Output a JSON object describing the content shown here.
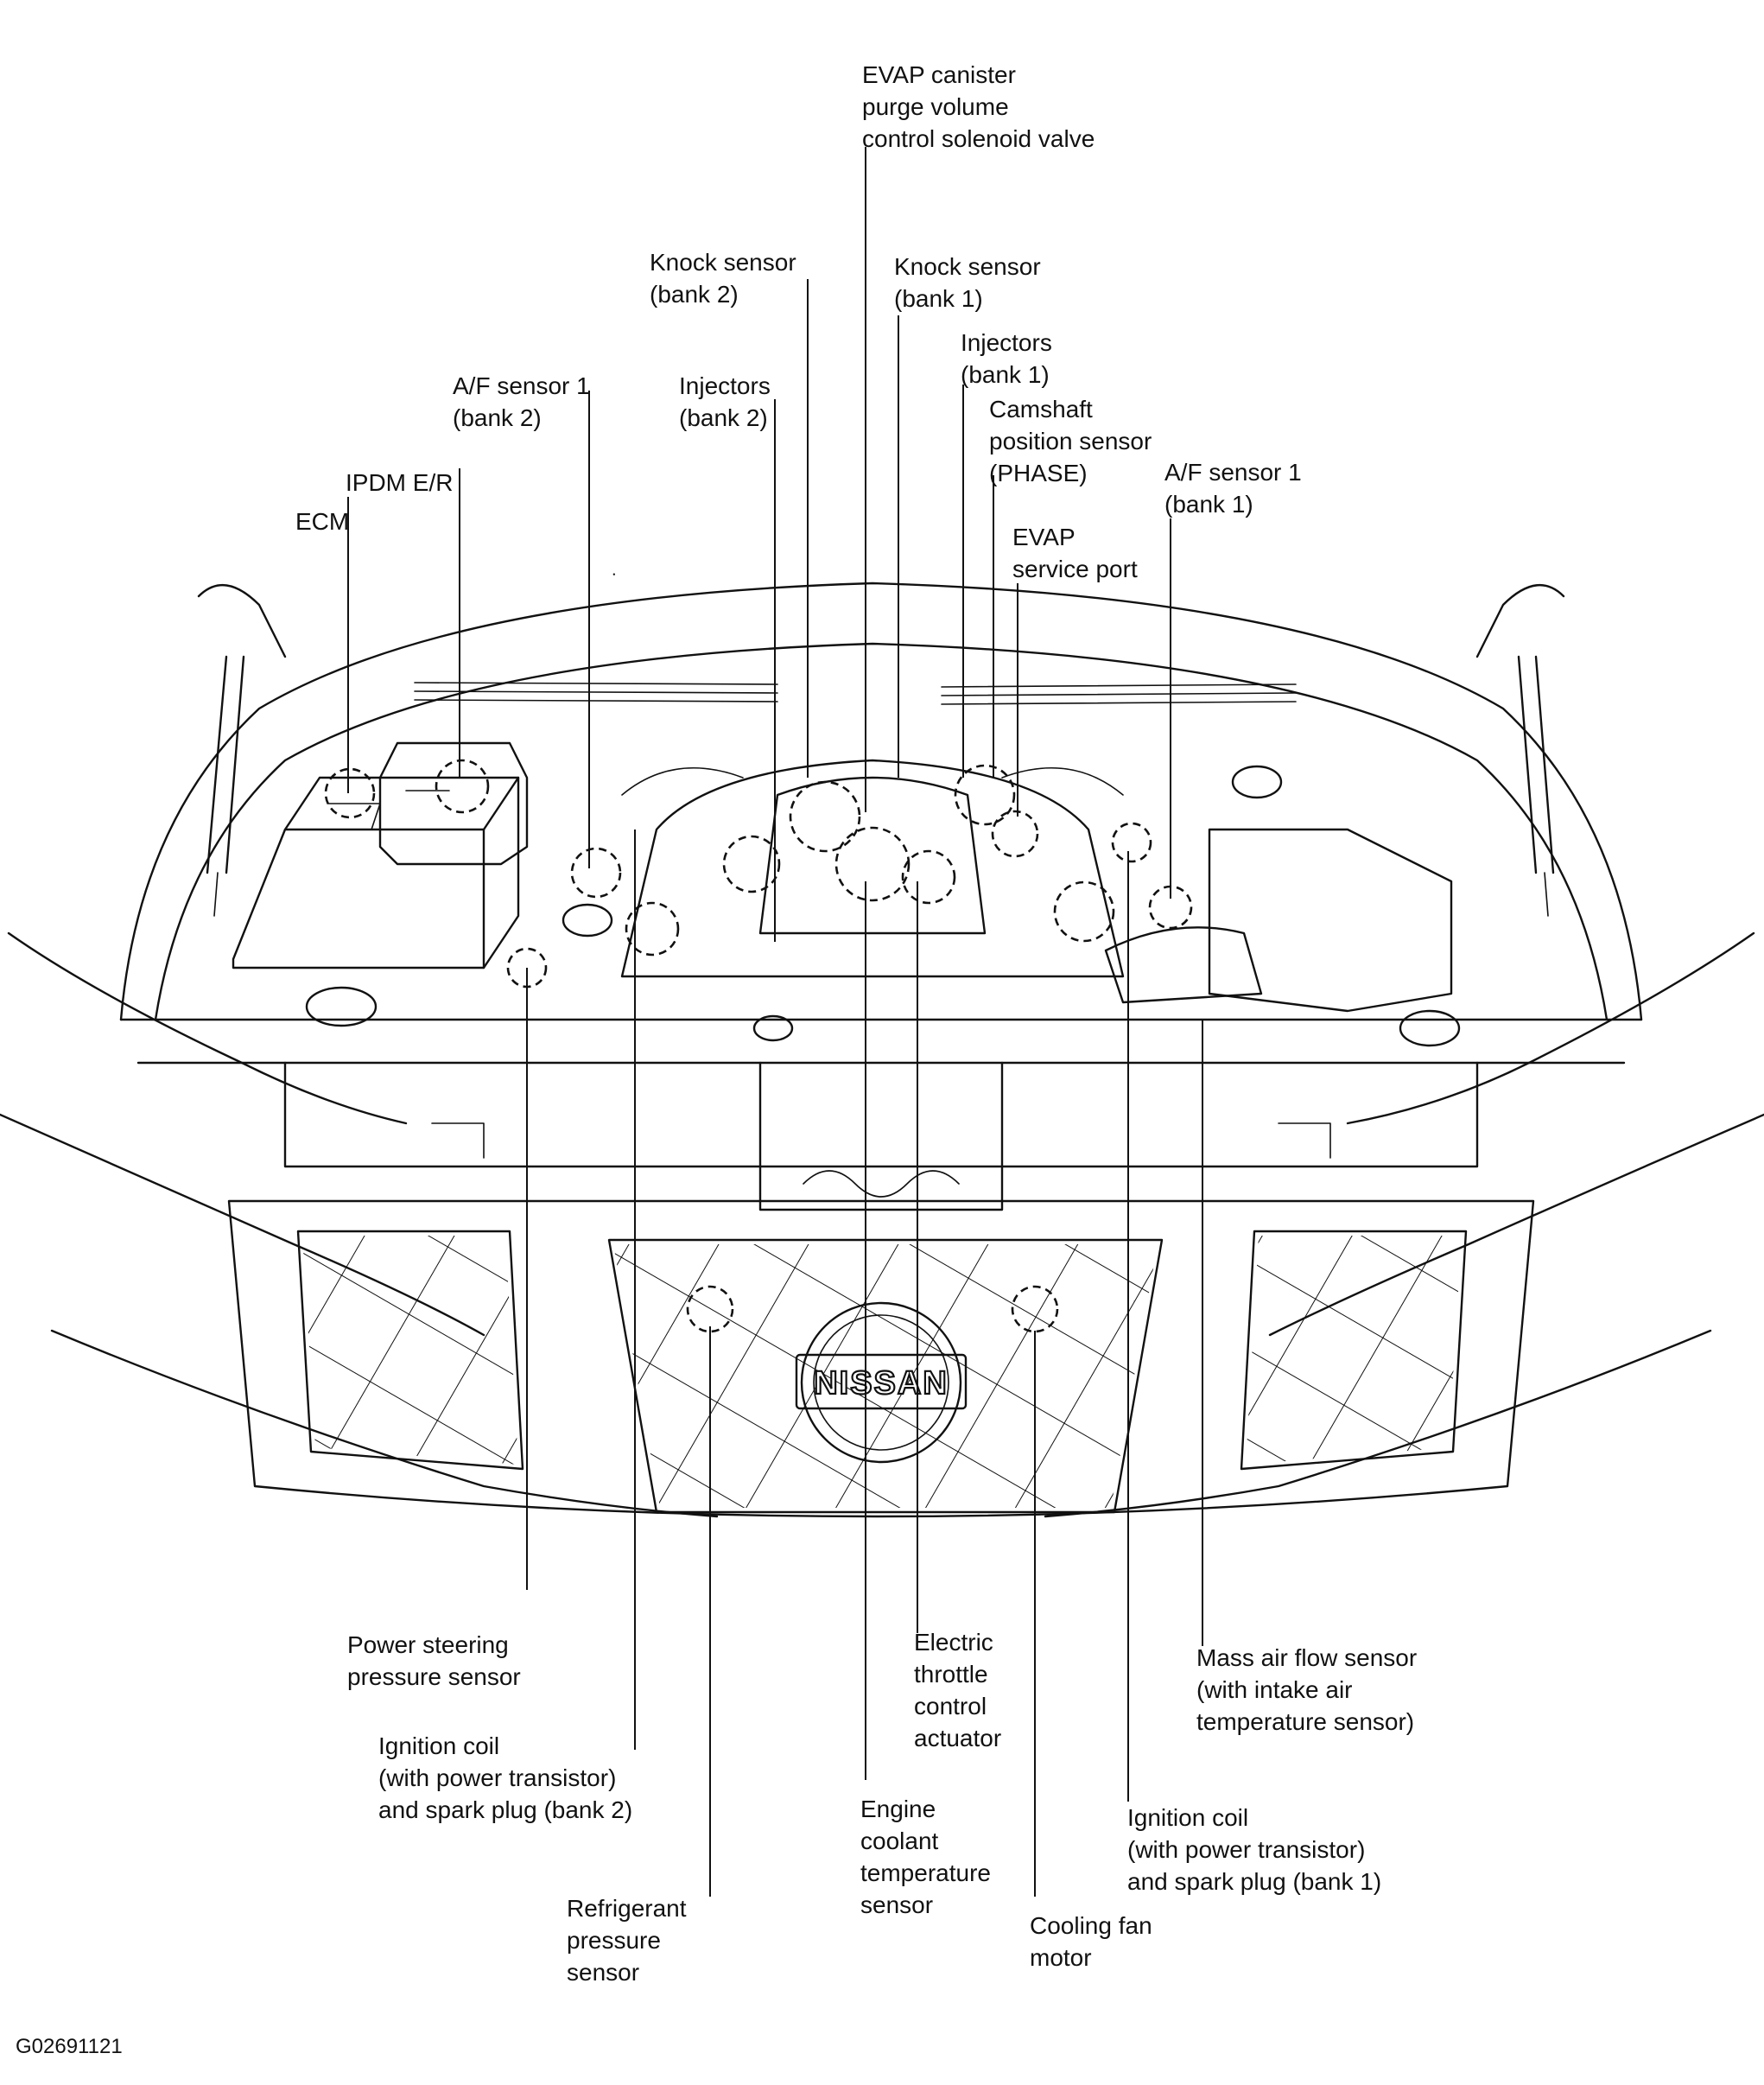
{
  "figure_id": "G02691121",
  "logo_text": "NISSAN",
  "labels": [
    {
      "id": "evap-canister",
      "lines": [
        "EVAP canister",
        "purge volume",
        "control solenoid valve"
      ]
    },
    {
      "id": "knock-sensor-bank2",
      "lines": [
        "Knock sensor",
        "(bank 2)"
      ]
    },
    {
      "id": "knock-sensor-bank1",
      "lines": [
        "Knock sensor",
        "(bank 1)"
      ]
    },
    {
      "id": "injectors-bank1",
      "lines": [
        "Injectors",
        "(bank 1)"
      ]
    },
    {
      "id": "injectors-bank2",
      "lines": [
        "Injectors",
        "(bank 2)"
      ]
    },
    {
      "id": "af-sensor-bank2",
      "lines": [
        "A/F sensor 1",
        "(bank 2)"
      ]
    },
    {
      "id": "camshaft-sensor",
      "lines": [
        "Camshaft",
        "position sensor",
        "(PHASE)"
      ]
    },
    {
      "id": "af-sensor-bank1",
      "lines": [
        "A/F sensor 1",
        "(bank 1)"
      ]
    },
    {
      "id": "ipdm-er",
      "lines": [
        "IPDM E/R"
      ]
    },
    {
      "id": "ecm",
      "lines": [
        "ECM"
      ]
    },
    {
      "id": "evap-service-port",
      "lines": [
        "EVAP",
        "service port"
      ]
    },
    {
      "id": "power-steering-sensor",
      "lines": [
        "Power steering",
        "pressure sensor"
      ]
    },
    {
      "id": "ignition-coil-bank2",
      "lines": [
        "Ignition coil",
        "(with power transistor)",
        "and spark plug (bank 2)"
      ]
    },
    {
      "id": "refrigerant-sensor",
      "lines": [
        "Refrigerant",
        "pressure",
        "sensor"
      ]
    },
    {
      "id": "electric-throttle",
      "lines": [
        "Electric",
        "throttle",
        "control",
        "actuator"
      ]
    },
    {
      "id": "coolant-temp-sensor",
      "lines": [
        "Engine",
        "coolant",
        "temperature",
        "sensor"
      ]
    },
    {
      "id": "cooling-fan-motor",
      "lines": [
        "Cooling fan",
        "motor"
      ]
    },
    {
      "id": "mass-air-flow-sensor",
      "lines": [
        "Mass air flow sensor",
        "(with intake air",
        "temperature sensor)"
      ]
    },
    {
      "id": "ignition-coil-bank1",
      "lines": [
        "Ignition coil",
        "(with power transistor)",
        "and spark plug (bank 1)"
      ]
    }
  ]
}
